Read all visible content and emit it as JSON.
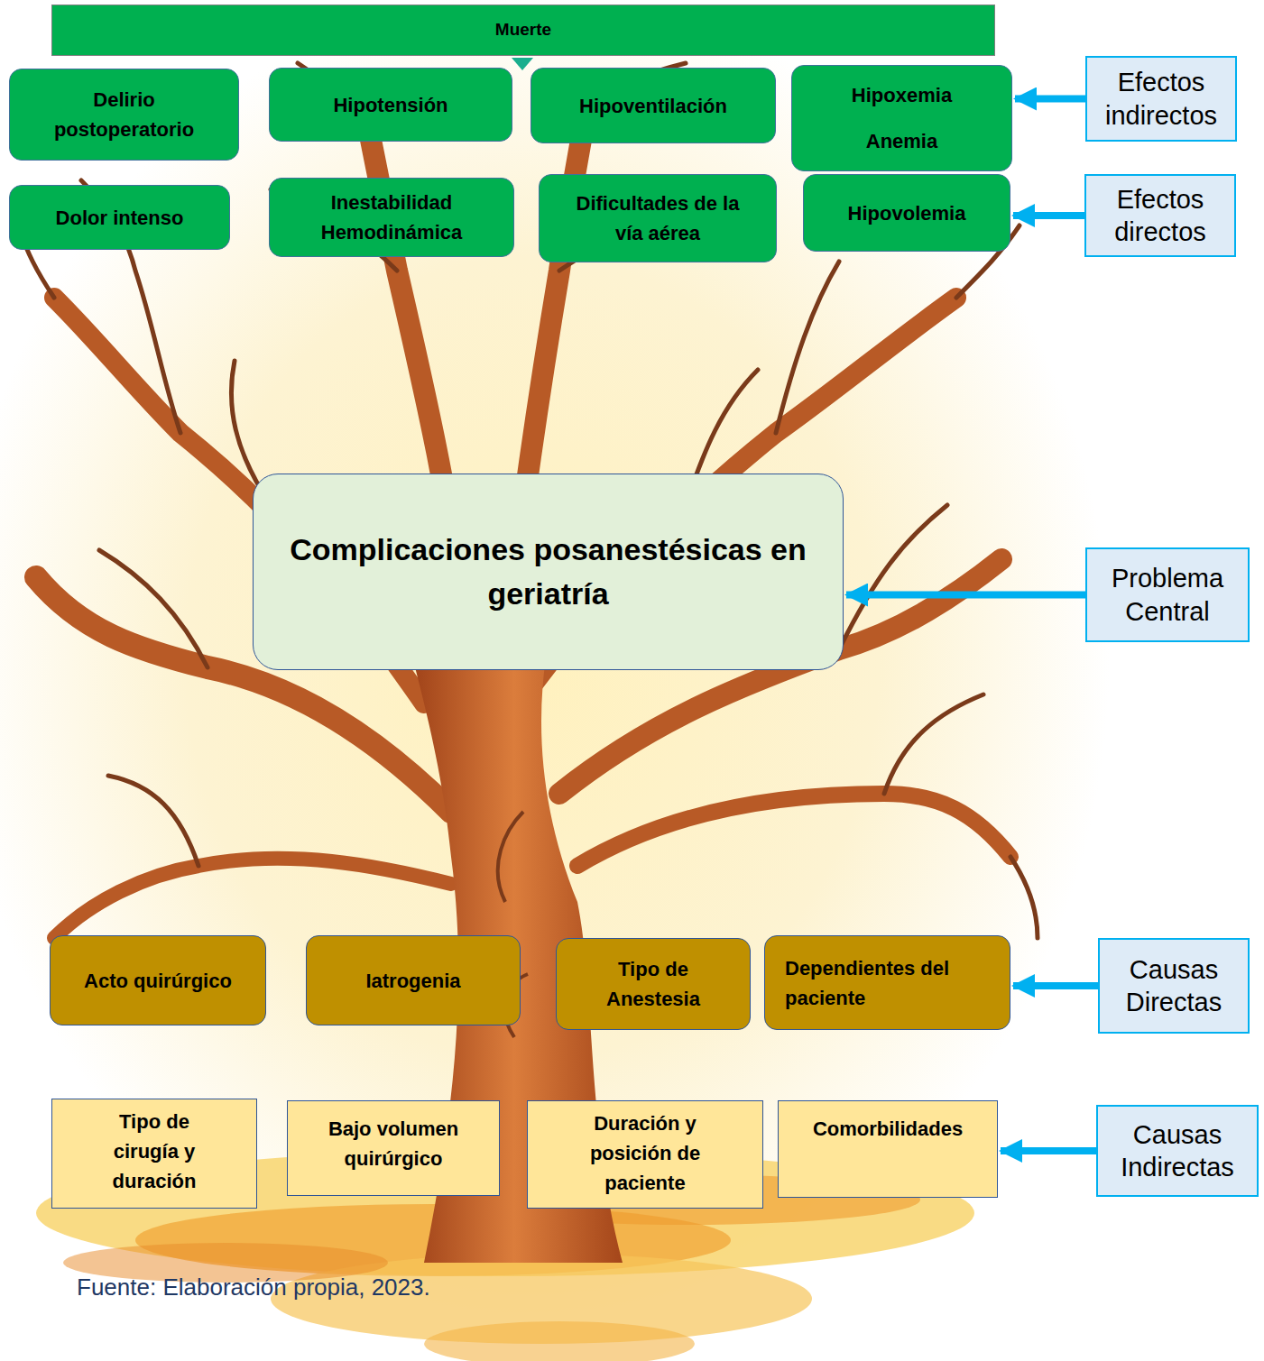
{
  "diagram": {
    "caption": "Fuente: Elaboración propia, 2023.",
    "nodes": [
      {
        "text": [
          "Muerte"
        ]
      },
      {
        "text": [
          "Delirio postoperatorio"
        ]
      },
      {
        "text": [
          "Hipotensión"
        ]
      },
      {
        "text": [
          "Hipoventilación"
        ]
      },
      {
        "text": [
          "Hipoxemia",
          "Anemia"
        ]
      },
      {
        "text": [
          "Efectos indirectos"
        ]
      },
      {
        "text": [
          "Dolor intenso"
        ]
      },
      {
        "text": [
          "Inestabilidad Hemodinámica"
        ]
      },
      {
        "text": [
          "Dificultades de la vía aérea"
        ]
      },
      {
        "text": [
          "Hipovolemia"
        ]
      },
      {
        "text": [
          "Efectos directos"
        ]
      },
      {
        "text": [
          "Complicaciones posanestésicas en geriatría"
        ]
      },
      {
        "text": [
          "Problema Central"
        ]
      },
      {
        "text": [
          "Acto quirúrgico"
        ]
      },
      {
        "text": [
          "Iatrogenia"
        ]
      },
      {
        "text": [
          "Tipo de Anestesia"
        ]
      },
      {
        "text": [
          "Dependientes del paciente"
        ]
      },
      {
        "text": [
          "Causas Directas"
        ]
      },
      {
        "text": [
          "Tipo de cirugía y duración"
        ]
      },
      {
        "text": [
          "Bajo volumen quirúrgico"
        ]
      },
      {
        "text": [
          "Duración y posición de paciente"
        ]
      },
      {
        "text": [
          "Comorbilidades"
        ]
      },
      {
        "text": [
          "Causas Indirectas"
        ]
      }
    ],
    "edges": [
      {
        "from": 5,
        "to": 4,
        "arrow": "to"
      },
      {
        "from": 10,
        "to": 9,
        "arrow": "to"
      },
      {
        "from": 12,
        "to": 11,
        "arrow": "to"
      },
      {
        "from": 17,
        "to": 16,
        "arrow": "to"
      },
      {
        "from": 22,
        "to": 21,
        "arrow": "to"
      }
    ]
  }
}
